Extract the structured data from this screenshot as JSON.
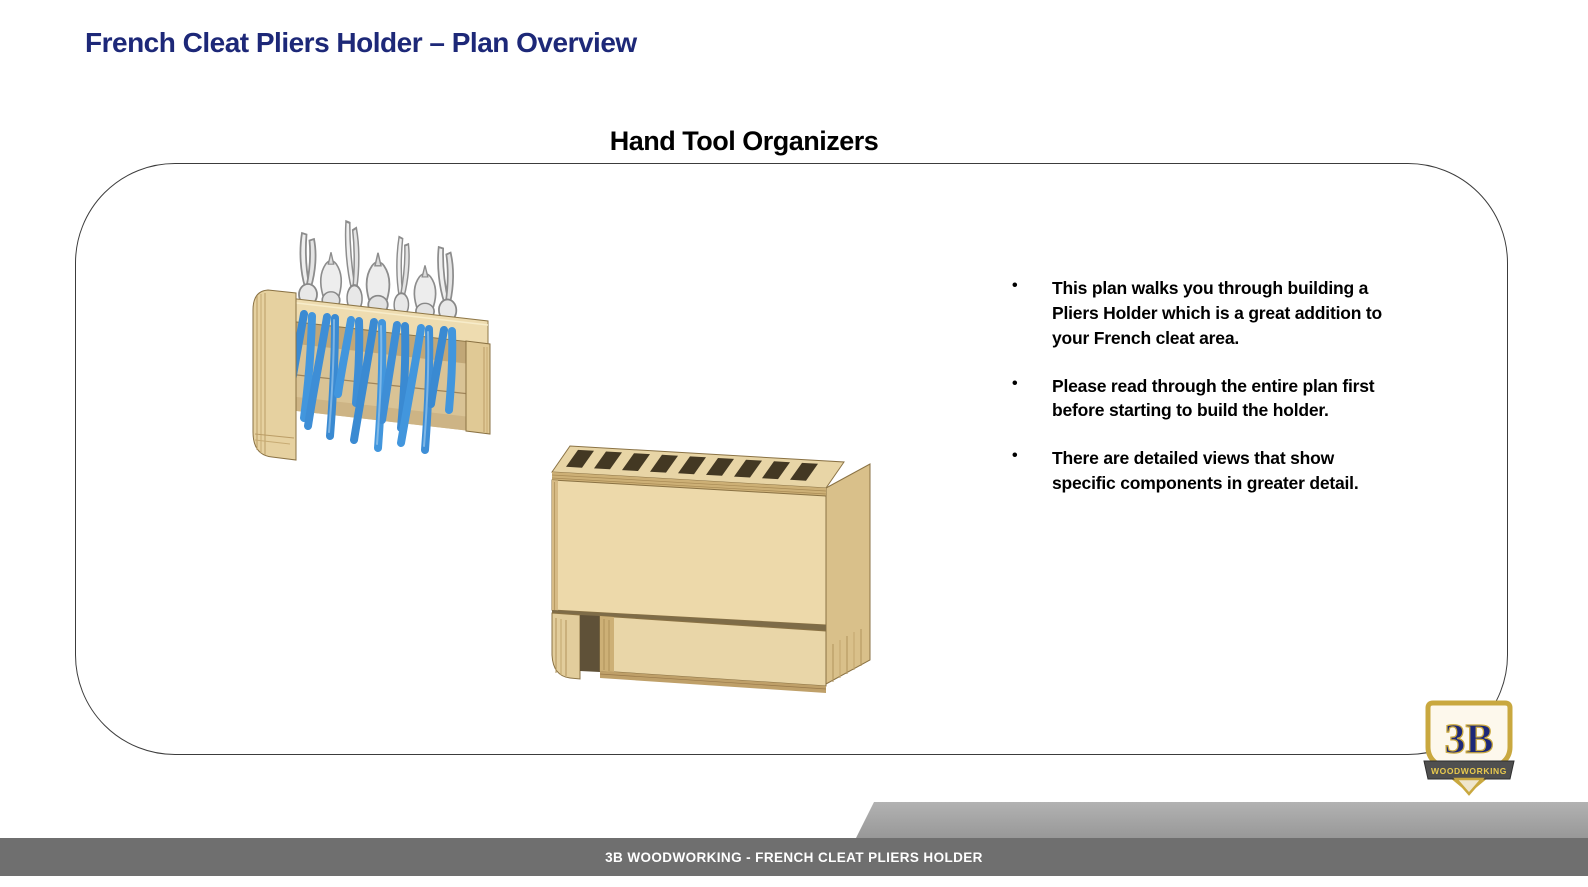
{
  "page": {
    "title": "French Cleat Pliers Holder – Plan Overview",
    "section_heading": "Hand Tool Organizers"
  },
  "content": {
    "bullet_char": "•",
    "bullets": [
      "This plan walks you through building a Pliers Holder which is a great addition to your French cleat area.",
      "Please read through the entire plan first before starting to build the holder.",
      "There are detailed views that show specific components in greater detail."
    ]
  },
  "illustrations": {
    "left": "pliers-holder-with-tools-render",
    "right": "pliers-holder-empty-render"
  },
  "logo": {
    "initials": "3B",
    "wordmark": "WOODWORKING"
  },
  "footer": {
    "text": "3B WOODWORKING - FRENCH CLEAT PLIERS HOLDER"
  },
  "colors": {
    "title_blue": "#1d2878",
    "wood": "#e8d5a6",
    "pliers_blue": "#3e8ed6",
    "logo_gold": "#c9a83f",
    "footer_gray": "#6f6f6f",
    "strip_gray": "#a6a6a6"
  }
}
